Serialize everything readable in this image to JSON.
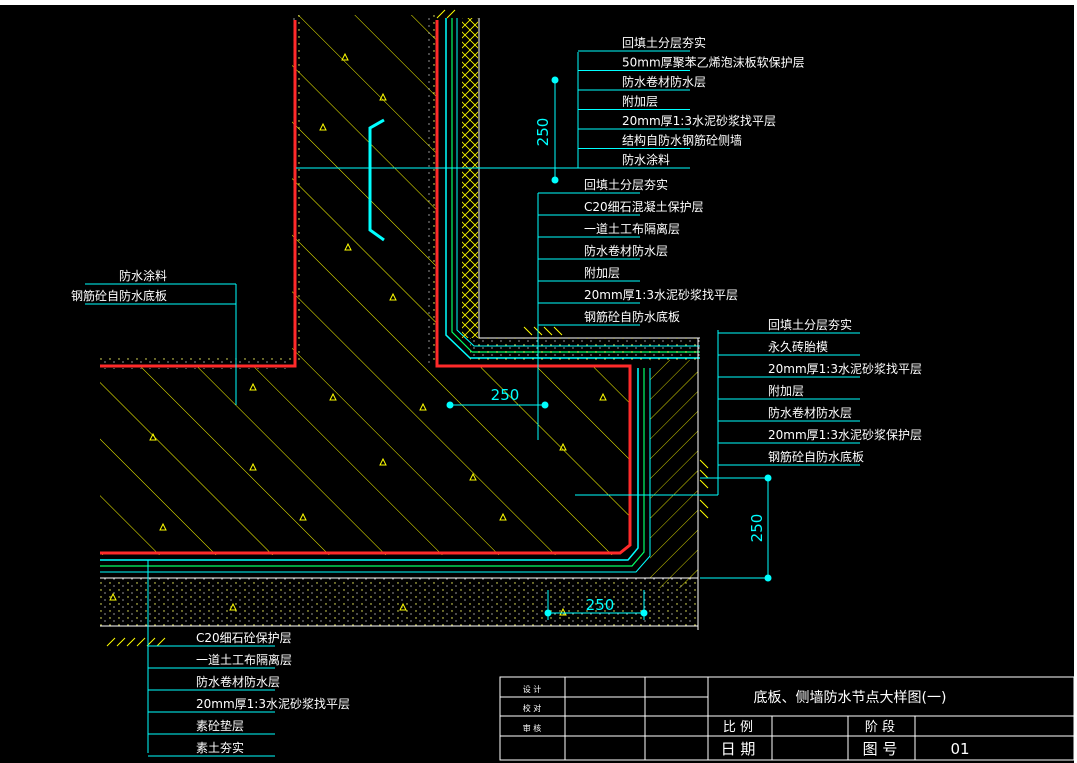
{
  "colors": {
    "background": "#000000",
    "annotation": "#00ffff",
    "hatch": "#ffff00",
    "waterproof_line": "#ff2a2a",
    "layer_line": "#00ff66",
    "title_text": "#ffffff"
  },
  "labels_top_right": [
    "回填土分层夯实",
    "50mm厚聚苯乙烯泡沫板软保护层",
    "防水卷材防水层",
    "附加层",
    "20mm厚1:3水泥砂浆找平层",
    "结构自防水钢筋砼侧墙",
    "防水涂料"
  ],
  "labels_mid": [
    "回填土分层夯实",
    "C20细石混凝土保护层",
    "一道土工布隔离层",
    "防水卷材防水层",
    "附加层",
    "20mm厚1:3水泥砂浆找平层",
    "钢筋砼自防水底板"
  ],
  "labels_right": [
    "回填土分层夯实",
    "永久砖胎模",
    "20mm厚1:3水泥砂浆找平层",
    "附加层",
    "防水卷材防水层",
    "20mm厚1:3水泥砂浆保护层",
    "钢筋砼自防水底板"
  ],
  "labels_left": [
    "防水涂料",
    "钢筋砼自防水底板"
  ],
  "labels_bottom": [
    "C20细石砼保护层",
    "一道土工布隔离层",
    "防水卷材防水层",
    "20mm厚1:3水泥砂浆找平层",
    "素砼垫层",
    "素土夯实"
  ],
  "dimensions": {
    "top_vertical": "250",
    "middle_horizontal": "250",
    "right_vertical": "250",
    "bottom_horizontal": "250"
  },
  "title_block": {
    "role_design": "设 计",
    "role_check": "校 对",
    "role_review": "审 核",
    "title": "底板、侧墙防水节点大样图(一)",
    "scale_label": "比 例",
    "stage_label": "阶 段",
    "date_label": "日 期",
    "drawing_no_label": "图 号",
    "drawing_no": "01"
  }
}
